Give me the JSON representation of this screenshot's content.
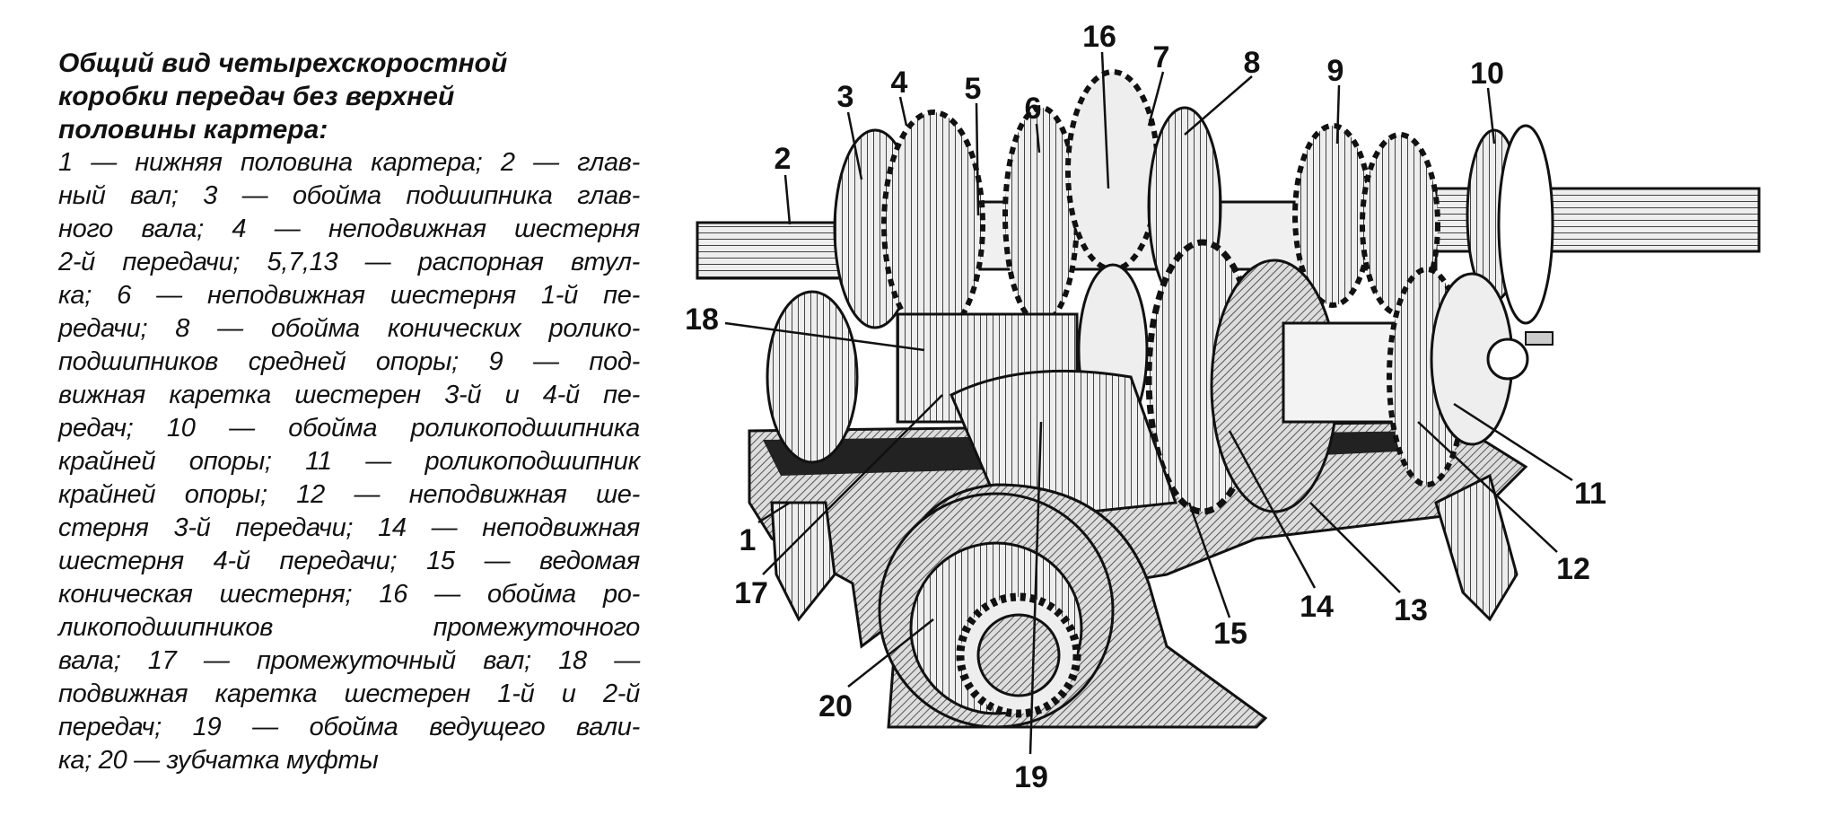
{
  "caption": {
    "title_lines": [
      "Общий вид четырехскоростной",
      "коробки передач без верхней",
      "половины картера:"
    ],
    "body_lines": [
      "1 — нижняя половина картера; 2 — глав-",
      "ный вал; 3 — обойма подшипника глав-",
      "ного вала; 4 — неподвижная шестерня",
      "2-й передачи; 5,7,13 — распорная втул-",
      "ка; 6 — неподвижная шестерня 1-й пе-",
      "редачи; 8 — обойма конических ролико-",
      "подшипников средней опоры; 9 — под-",
      "вижная каретка шестерен 3-й и 4-й пе-",
      "редач; 10 — обойма роликоподшипника",
      "крайней опоры; 11 — роликоподшипник",
      "крайней опоры; 12 — неподвижная ше-",
      "стерня 3-й передачи; 14 — неподвижная",
      "шестерня 4-й передачи; 15 — ведомая",
      "коническая шестерня; 16 — обойма ро-",
      "ликоподшипников промежуточного",
      "вала; 17 — промежуточный вал; 18 —",
      "подвижная каретка шестерен 1-й и 2-й",
      "передач; 19 — обойма ведущего вали-",
      "ка; 20 — зубчатка муфты"
    ]
  },
  "diagram": {
    "labels": {
      "l1": "1",
      "l2": "2",
      "l3": "3",
      "l4": "4",
      "l5": "5",
      "l6": "6",
      "l7": "7",
      "l8": "8",
      "l9": "9",
      "l10": "10",
      "l11": "11",
      "l12": "12",
      "l13": "13",
      "l14": "14",
      "l15": "15",
      "l16": "16",
      "l17": "17",
      "l18": "18",
      "l19": "19",
      "l20": "20"
    }
  }
}
